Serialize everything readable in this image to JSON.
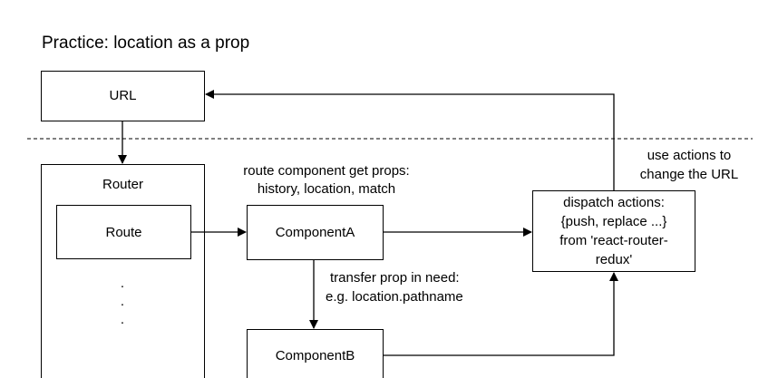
{
  "title": "Practice: location as a prop",
  "nodes": {
    "url": "URL",
    "router": "Router",
    "route": "Route",
    "component_a": "ComponentA",
    "component_b": "ComponentB",
    "dispatch": [
      "dispatch actions:",
      "{push, replace ...}",
      "from 'react-router-",
      "redux'"
    ],
    "ellipsis": ".\n.\n."
  },
  "notes": {
    "route_props": [
      "route component get props:",
      "history, location, match"
    ],
    "transfer_prop": [
      "transfer prop in need:",
      "e.g. location.pathname"
    ],
    "use_actions": [
      "use actions to",
      "change the URL"
    ]
  }
}
